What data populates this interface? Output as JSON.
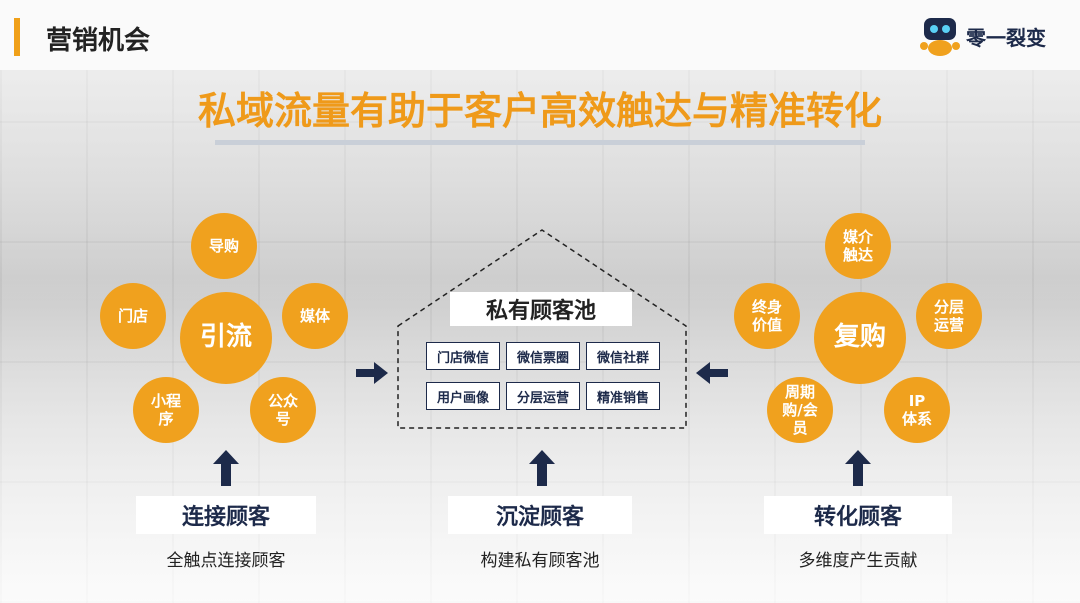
{
  "header": {
    "section_title": "营销机会",
    "logo_text": "零一裂变",
    "headline": "私域流量有助于客户高效触达与精准转化"
  },
  "colors": {
    "accent": "#f0a11e",
    "navy": "#1d2a4a"
  },
  "left": {
    "center": "引流",
    "nodes": [
      "导购",
      "门店",
      "媒体",
      "小程\n序",
      "公众\n号"
    ],
    "label": "连接顾客",
    "caption": "全触点连接顾客"
  },
  "middle": {
    "title": "私有顾客池",
    "chips": [
      "门店微信",
      "微信票圈",
      "微信社群",
      "用户画像",
      "分层运营",
      "精准销售"
    ],
    "label": "沉淀顾客",
    "caption": "构建私有顾客池"
  },
  "right": {
    "center": "复购",
    "nodes": [
      "媒介\n触达",
      "终身\n价值",
      "分层\n运营",
      "周期\n购/会\n员",
      "IP\n体系"
    ],
    "label": "转化顾客",
    "caption": "多维度产生贡献"
  },
  "icons": [
    "robot-logo-icon",
    "arrow-up-icon",
    "arrow-right-icon",
    "arrow-left-icon"
  ]
}
